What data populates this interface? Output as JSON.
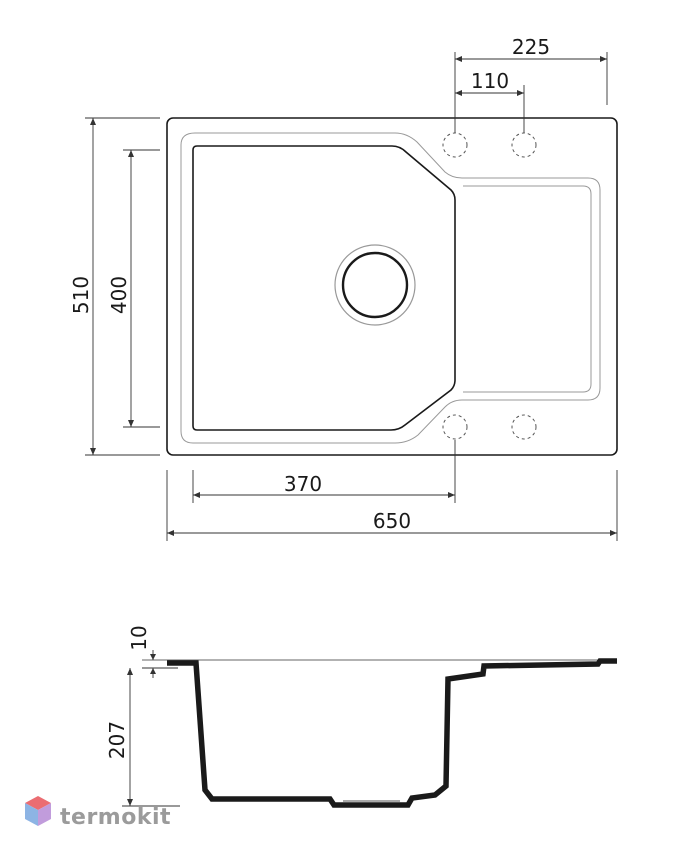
{
  "top_view": {
    "overall_width": "650",
    "overall_height": "510",
    "bowl_width": "370",
    "bowl_height": "400",
    "tap_hole_spacing": "110",
    "tap_hole_offset": "225"
  },
  "side_view": {
    "rim_thickness": "10",
    "bowl_depth": "207"
  },
  "watermark": {
    "brand": "termokit",
    "colors": {
      "top": "#e8545a",
      "left": "#7aa7e0",
      "right": "#b78bd6"
    }
  },
  "colors": {
    "line": "#1a1a1a",
    "thin": "#333333",
    "inner": "#999999"
  }
}
